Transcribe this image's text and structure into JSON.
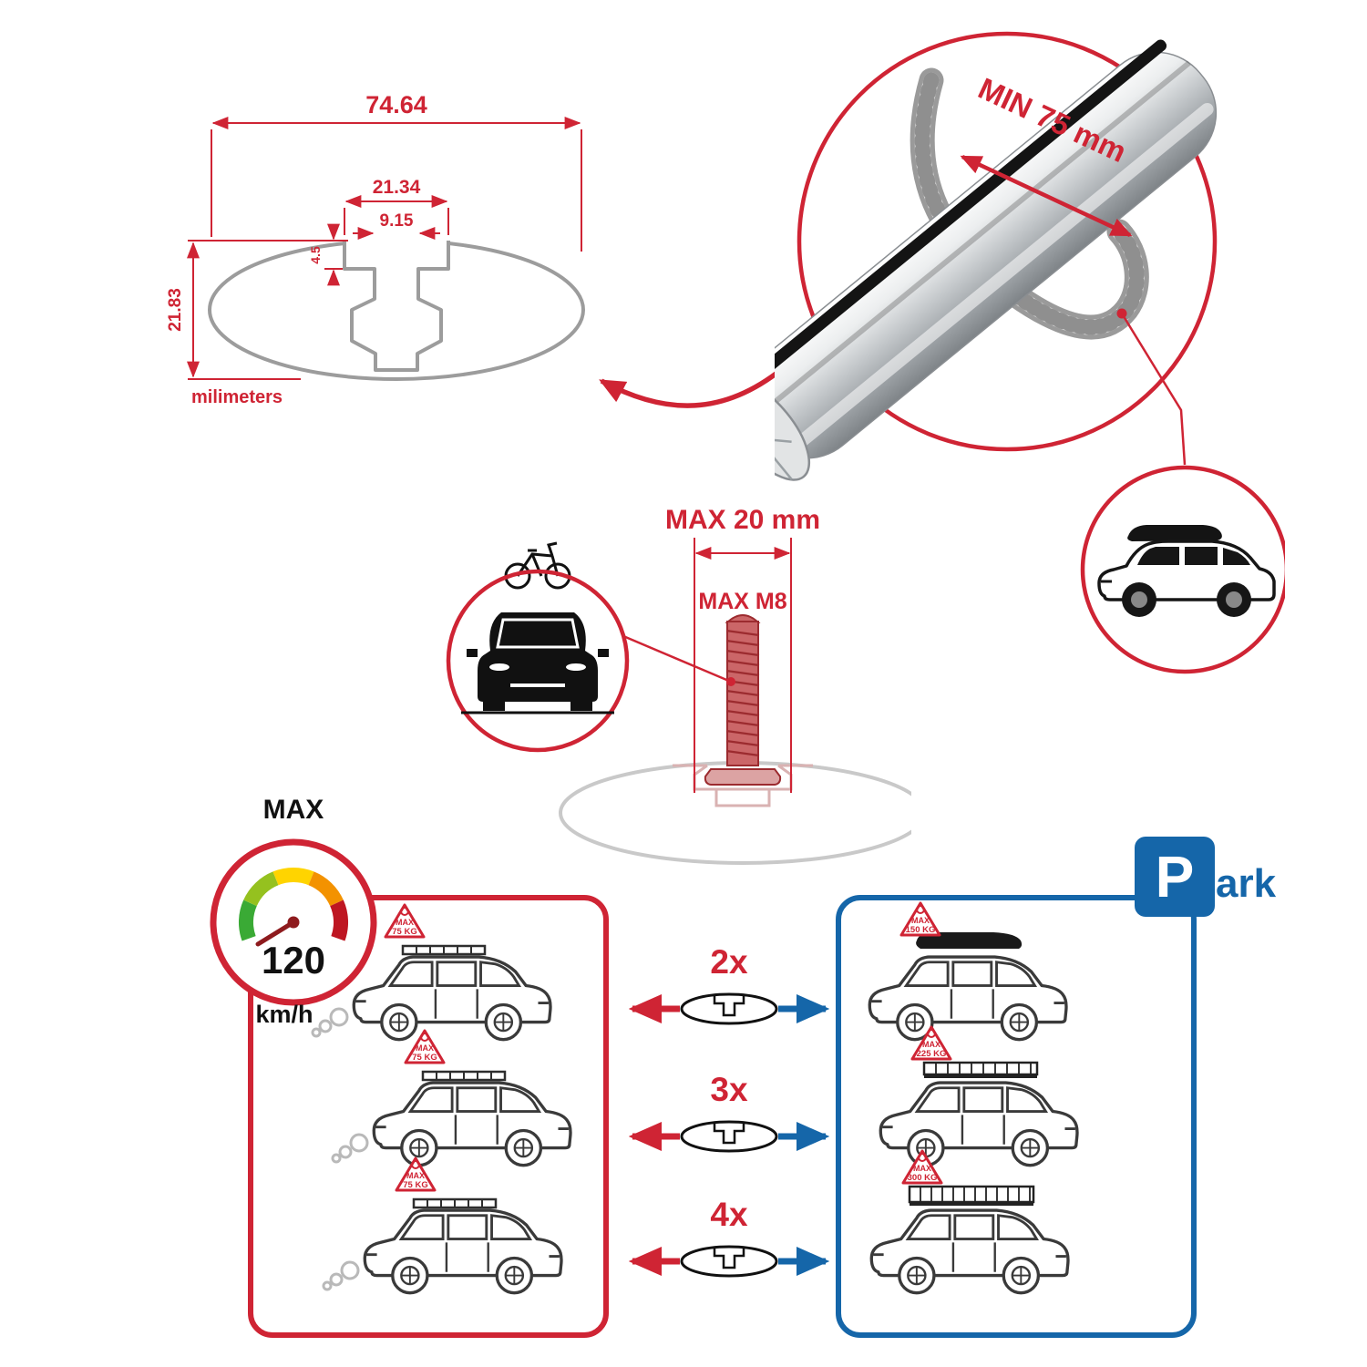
{
  "colors": {
    "red": "#cf2434",
    "dark_red": "#8e1b1e",
    "blue": "#1566a9",
    "gray_outline": "#9c9c9c",
    "silver": "#c3c7ca",
    "black": "#1a1a1a"
  },
  "cross_section": {
    "dim_total_width": "74.64",
    "dim_slot_outer": "21.34",
    "dim_slot_inner": "9.15",
    "dim_lip_depth": "4.5",
    "dim_total_height": "21.83",
    "units_label": "milimeters"
  },
  "bar_closeup": {
    "min_span_label": "MIN 75 mm"
  },
  "bolt_spec": {
    "max_length": "MAX 20 mm",
    "max_thread": "MAX M8"
  },
  "speed_limit": {
    "label": "MAX",
    "value": "120",
    "units": "km/h",
    "gauge_colors": [
      "#3aaa35",
      "#95c11f",
      "#ffd400",
      "#f39200",
      "#be1622"
    ]
  },
  "park_sign": {
    "initial": "P",
    "rest": "ark"
  },
  "bar_counts": [
    {
      "label": "2x"
    },
    {
      "label": "3x"
    },
    {
      "label": "4x"
    }
  ],
  "driving_cars": [
    {
      "max_label": "MAX",
      "load": "75 KG"
    },
    {
      "max_label": "MAX",
      "load": "75 KG"
    },
    {
      "max_label": "MAX",
      "load": "75 KG"
    }
  ],
  "parked_cars": [
    {
      "max_label": "MAX",
      "load": "150 KG"
    },
    {
      "max_label": "MAX",
      "load": "225 KG"
    },
    {
      "max_label": "MAX",
      "load": "300 KG"
    }
  ]
}
